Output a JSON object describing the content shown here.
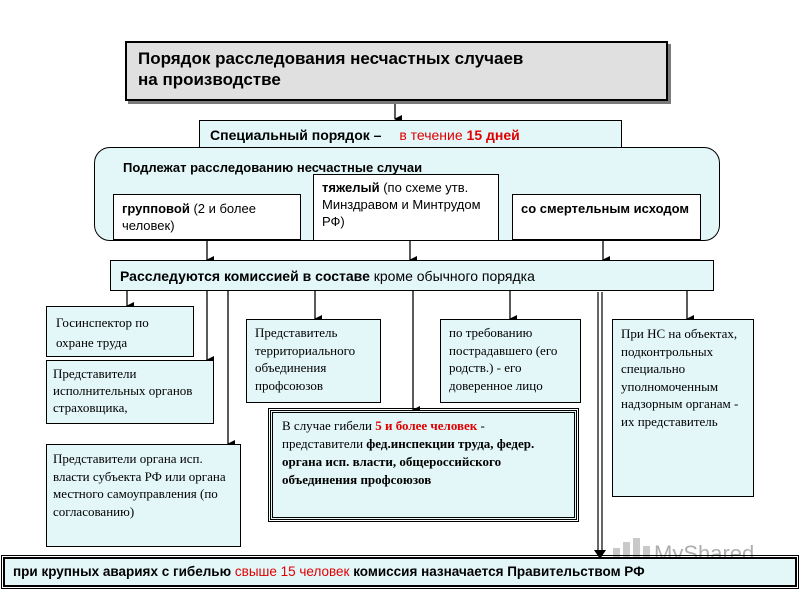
{
  "title": {
    "line1": "Порядок расследования несчастных случаев",
    "line2": "на производстве"
  },
  "special": {
    "label": "Специальный порядок –",
    "deadline": "в течение",
    "deadline_value": "15 дней"
  },
  "subject": {
    "heading": "Подлежат расследованию несчастные случаи",
    "cases": [
      {
        "bold": "групповой",
        "rest": "(2 и более человек)"
      },
      {
        "bold": "тяжелый",
        "rest": "(по схеме утв. Минздравом и Минтрудом РФ)"
      },
      {
        "bold": "со смертельным исходом",
        "rest": ""
      }
    ]
  },
  "commission": {
    "bold": "Расследуются комиссией в составе",
    "rest": "кроме обычного порядка"
  },
  "members": {
    "inspector": "Госинспектор по охране труда",
    "insurer": "Представители исполнительных органов страховщика,",
    "authority": "Представители органа исп. власти субъекта РФ или органа местного самоуправления (по согласованию)",
    "union": "Представитель территориального объединения профсоюзов",
    "victim": "по требованию пострадавшего (его родств.) - его доверенное лицо",
    "supervision": "При НС на объектах, подконтрольных специально уполномоченным надзорным органам - их представитель"
  },
  "fatal": {
    "prefix": "В случае гибели",
    "highlight": "5 и более человек",
    "middle": "- представители",
    "bold": "фед.инспекции труда, федер. органа исп. власти, общероссийского объединения профсоюзов"
  },
  "footer": {
    "prefix": "при крупных авариях с гибелью",
    "highlight": "свыше 15 человек",
    "suffix": "комиссия назначается Правительством РФ"
  },
  "watermark": "MyShared",
  "colors": {
    "box_fill": "#e3f6f8",
    "title_fill": "#e0e0e0",
    "highlight": "#e00000",
    "frame": "#000000"
  }
}
